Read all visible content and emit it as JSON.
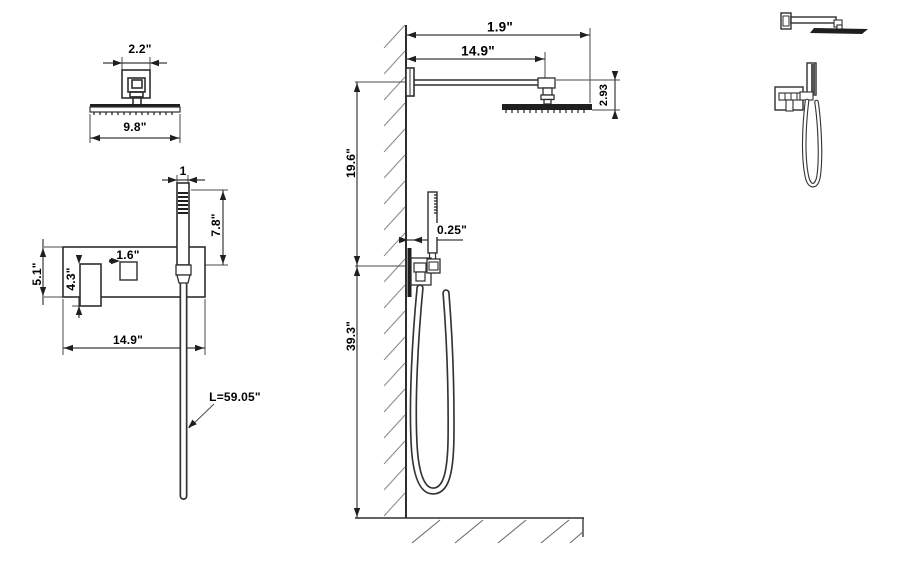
{
  "drawing": {
    "background": "#ffffff",
    "line_color": "#2b2b2b",
    "text_color": "#000000",
    "front_view": {
      "dims": {
        "bracket_width": "2.2\"",
        "head_width": "9.8\"",
        "wand_width": "1",
        "wand_height": "7.8\"",
        "recess_width": "1.6\"",
        "plate_height": "5.1\"",
        "handle_height": "4.3\"",
        "plate_width": "14.9\"",
        "hose_length": "L=59.05\""
      }
    },
    "side_view": {
      "dims": {
        "arm_reach": "1.9\"",
        "arm_length": "14.9\"",
        "head_drop": "2.93",
        "head_to_valve": "19.6\"",
        "trim_offset": "0.25\"",
        "valve_to_floor": "39.3\""
      }
    }
  }
}
